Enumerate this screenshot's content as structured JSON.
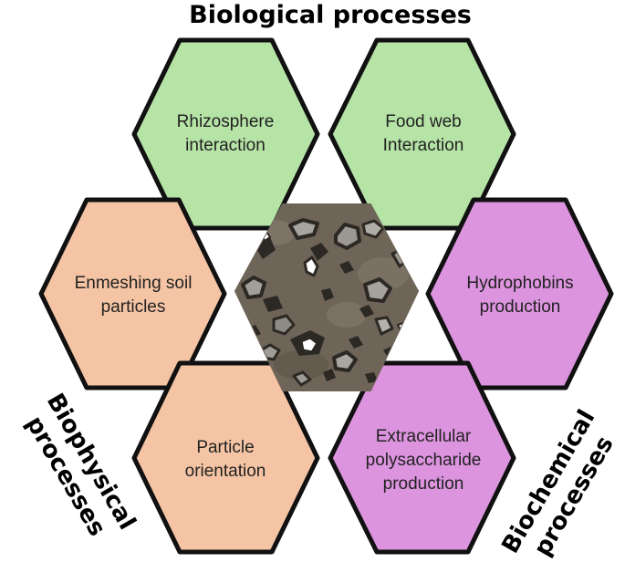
{
  "colors": {
    "biological": "#b6e3a6",
    "biophysical": "#f4c4a4",
    "biochemical": "#dc94de",
    "outline": "#111111",
    "soil_base": "#6e6558",
    "soil_dark": "#2c2824",
    "soil_grey": "#9a9690",
    "soil_light": "#ffffff"
  },
  "titles": {
    "biological": "Biological processes",
    "biophysical": [
      "Biophysical",
      "processes"
    ],
    "biochemical": [
      "Biochemical",
      "processes"
    ]
  },
  "hexagons": {
    "rhizosphere": [
      "Rhizosphere",
      "interaction"
    ],
    "food_web": [
      "Food web",
      "Interaction"
    ],
    "enmeshing": [
      "Enmeshing soil",
      "particles"
    ],
    "hydrophobins": [
      "Hydrophobins",
      "production"
    ],
    "particle_orientation": [
      "Particle",
      "orientation"
    ],
    "extracellular": [
      "Extracellular",
      "polysaccharide",
      "production"
    ]
  },
  "center": {
    "icon": "soil-aggregate-icon"
  }
}
